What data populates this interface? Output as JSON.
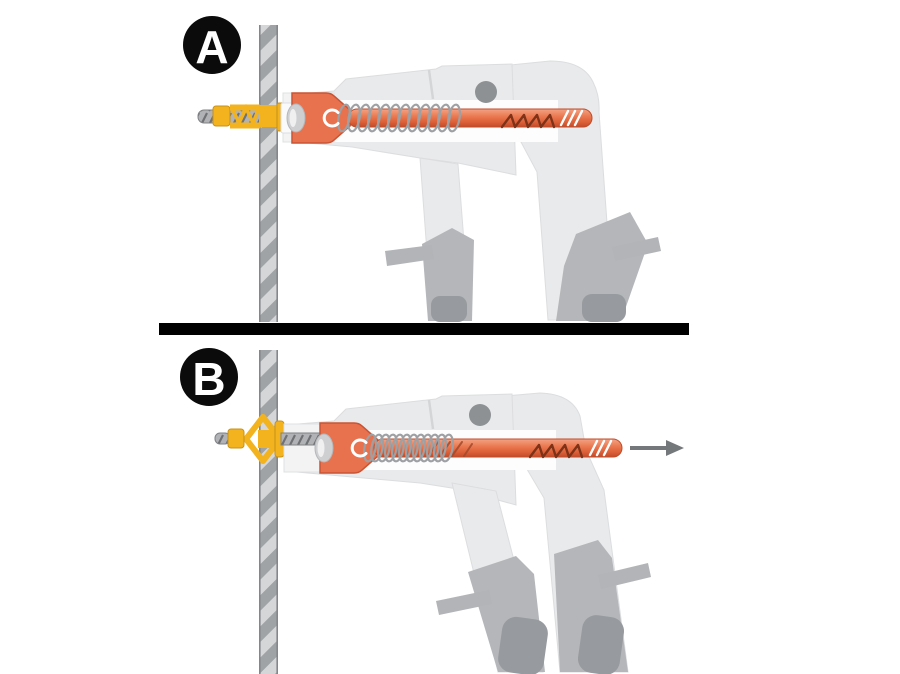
{
  "figure": {
    "type": "instructional-diagram",
    "subject": "hollow-wall-anchor-setting-tool",
    "background": "#FFFFFF",
    "divider": {
      "color": "#000000"
    },
    "panels": [
      {
        "label": "A"
      },
      {
        "label": "B"
      }
    ],
    "icons": [
      {
        "name": "pull-direction-arrow-icon",
        "glyph": "→",
        "color": "#75787B"
      }
    ],
    "colors": {
      "label_circle": "#0B0B0B",
      "label_text": "#FFFFFF",
      "wall_base": "#A0A3A6",
      "wall_stripe": "#D5D6D8",
      "wall_edge": "#84878A",
      "tool_body": "#E9EAEC",
      "tool_outline": "#DCDDDF",
      "tool_channel": "#FDFDFD",
      "tool_nose": "#F3F3F4",
      "handle_clamp": "#B4B6B9",
      "handle_grip": "#979A9E",
      "pivot_pin": "#8E9194",
      "mandrel_orange": "#E8714E",
      "mandrel_dark": "#C04C2A",
      "mandrel_thread": "#7E3318",
      "spring": "#9EA0A3",
      "anchor_yellow": "#F2B31E",
      "anchor_outline": "#C8911A",
      "rod_gray": "#B0B2B5",
      "rod_hatch": "#6F7174",
      "arrow": "#75787B"
    }
  }
}
